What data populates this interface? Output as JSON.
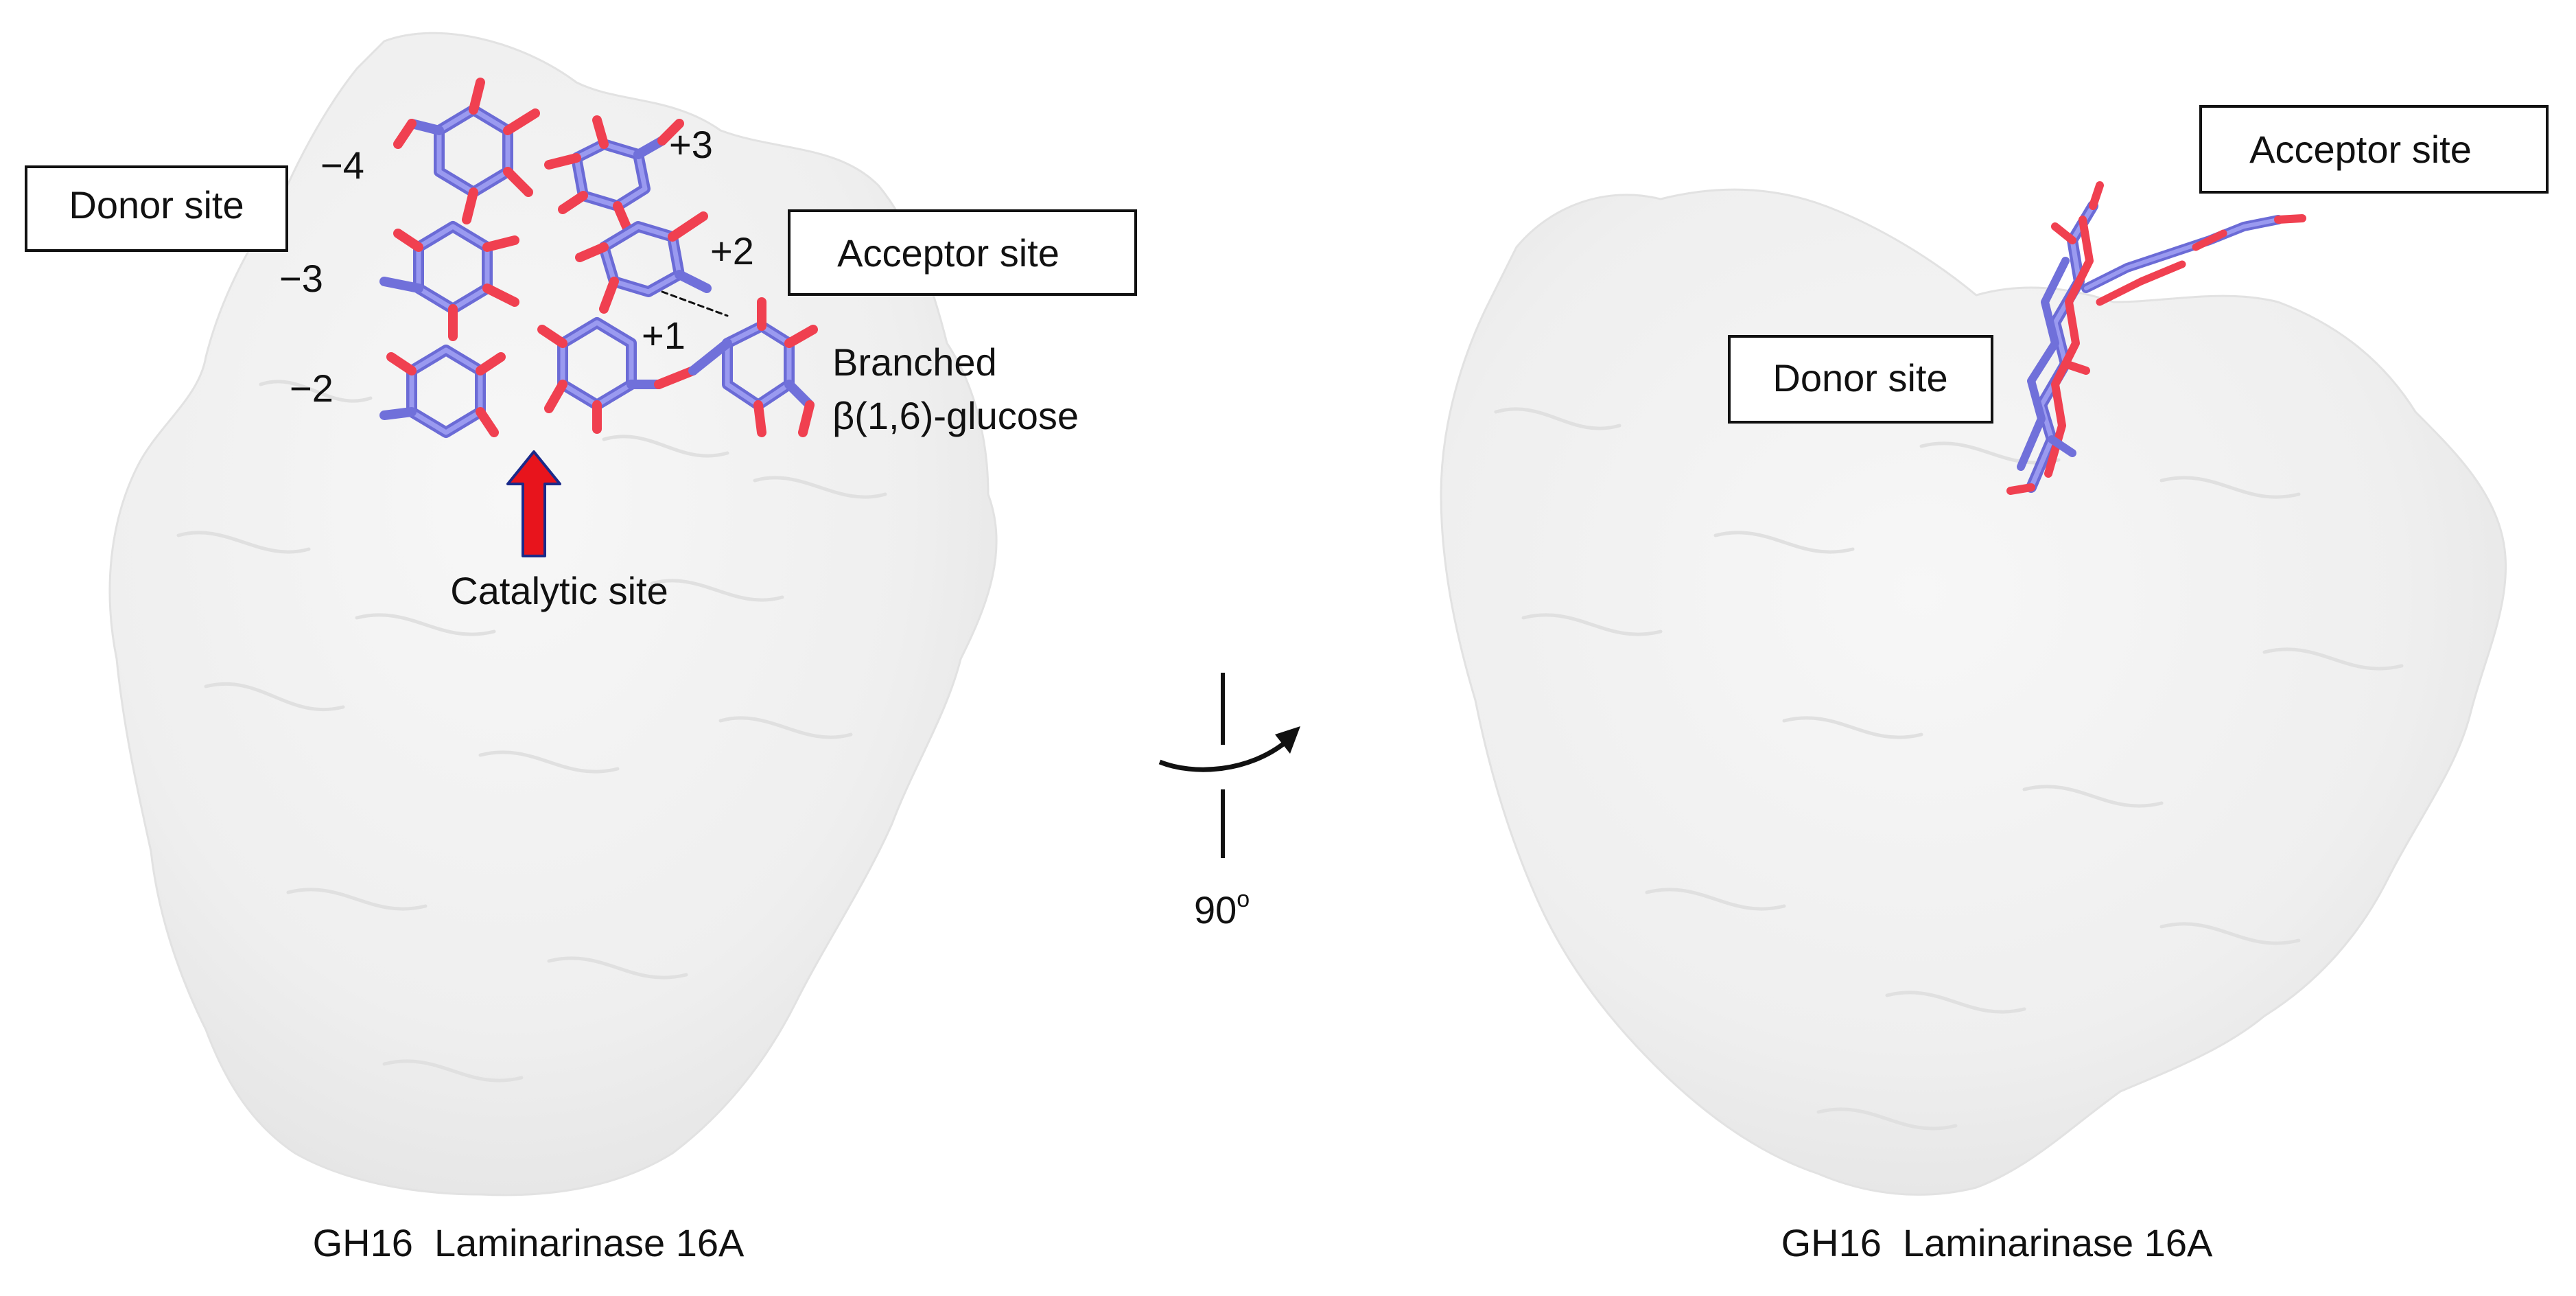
{
  "left_panel": {
    "donor_label": "Donor site",
    "acceptor_label": "Acceptor site",
    "subsite_minus4": "−4",
    "subsite_minus3": "−3",
    "subsite_minus2": "−2",
    "subsite_plus1": "+1",
    "subsite_plus2": "+2",
    "subsite_plus3": "+3",
    "branched_line1": "Branched",
    "branched_line2": "β(1,6)-glucose",
    "catalytic_label": "Catalytic site",
    "caption": "GH16  Laminarinase 16A"
  },
  "rotation": {
    "angle_text": "90",
    "angle_superscript": "o"
  },
  "right_panel": {
    "donor_label": "Donor site",
    "acceptor_label": "Acceptor site",
    "caption": "GH16  Laminarinase 16A"
  },
  "colors": {
    "protein_surface": "#eeeeee",
    "sugar_carbon": "#8080e0",
    "sugar_oxygen": "#f04050",
    "catalytic_arrow": "#e8141c",
    "catalytic_arrow_outline": "#1a2a8a"
  }
}
